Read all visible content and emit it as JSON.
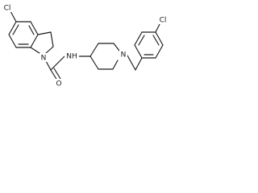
{
  "molecule": {
    "atoms": {
      "cl_left": "Cl",
      "n_indoline": "N",
      "nh_amide": "NH",
      "o_carbonyl": "O",
      "n_piperidine": "N",
      "cl_right": "Cl"
    }
  }
}
